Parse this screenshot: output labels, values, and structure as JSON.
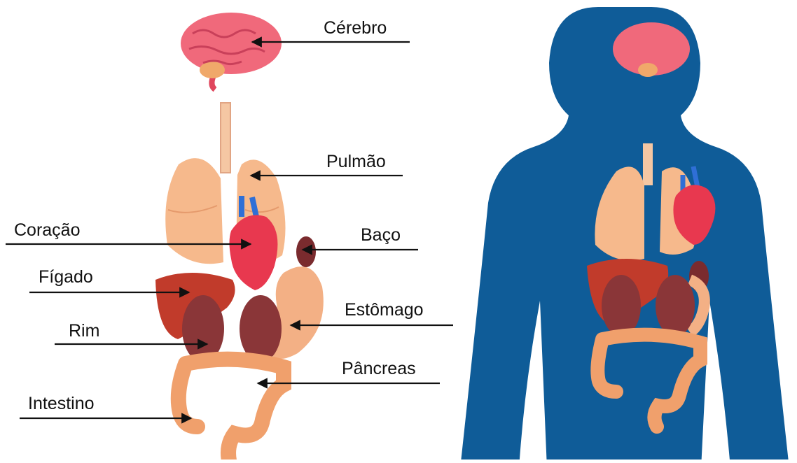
{
  "labels": {
    "brain": "Cérebro",
    "lung": "Pulmão",
    "heart": "Coração",
    "spleen": "Baço",
    "liver": "Fígado",
    "stomach": "Estômago",
    "kidney": "Rim",
    "pancreas": "Pâncreas",
    "intestine": "Intestino"
  },
  "colors": {
    "silhouette": "#0f5c98",
    "brain": "#f0697b",
    "lung": "#f6b98c",
    "heart": "#e8384f",
    "liver": "#c13b2b",
    "kidney": "#8a3638",
    "stomach": "#f3b085",
    "intestine": "#f0a06c",
    "spleen": "#7a2b2e",
    "trachea": "#f5c7a3",
    "arrow": "#111111"
  }
}
